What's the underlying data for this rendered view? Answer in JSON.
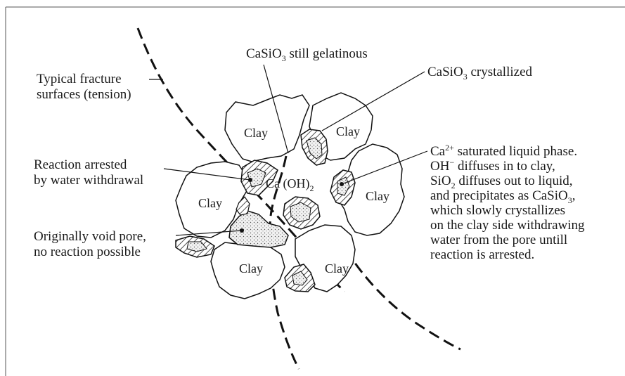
{
  "figure": {
    "labels": {
      "fracture_line1": "Typical fracture",
      "fracture_line2": "surfaces (tension)",
      "gelatinous_pre": "CaSiO",
      "gelatinous_sub": "3",
      "gelatinous_post": " still gelatinous",
      "crystallized_pre": "CaSiO",
      "crystallized_sub": "3",
      "crystallized_post": " crystallized",
      "arrested_line1": "Reaction arrested",
      "arrested_line2": "by water withdrawal",
      "void_line1": "Originally void pore,",
      "void_line2": "no reaction possible",
      "center_pre": "Ca (OH)",
      "center_sub": "2",
      "clay": "Clay",
      "note_l1_pre": "Ca",
      "note_l1_sup": "2+",
      "note_l1_post": " saturated liquid phase.",
      "note_l2_pre": "OH",
      "note_l2_sup": "−",
      "note_l2_post": " diffuses in to clay,",
      "note_l3_pre": "SiO",
      "note_l3_sub": "2",
      "note_l3_post": " diffuses out to liquid,",
      "note_l4_pre": "and precipitates as CaSiO",
      "note_l4_sub": "3",
      "note_l4_post": ",",
      "note_l5": "which slowly crystallizes",
      "note_l6": "on the clay side withdrawing",
      "note_l7": "water from the pore untill",
      "note_l8": "reaction is arrested."
    }
  }
}
